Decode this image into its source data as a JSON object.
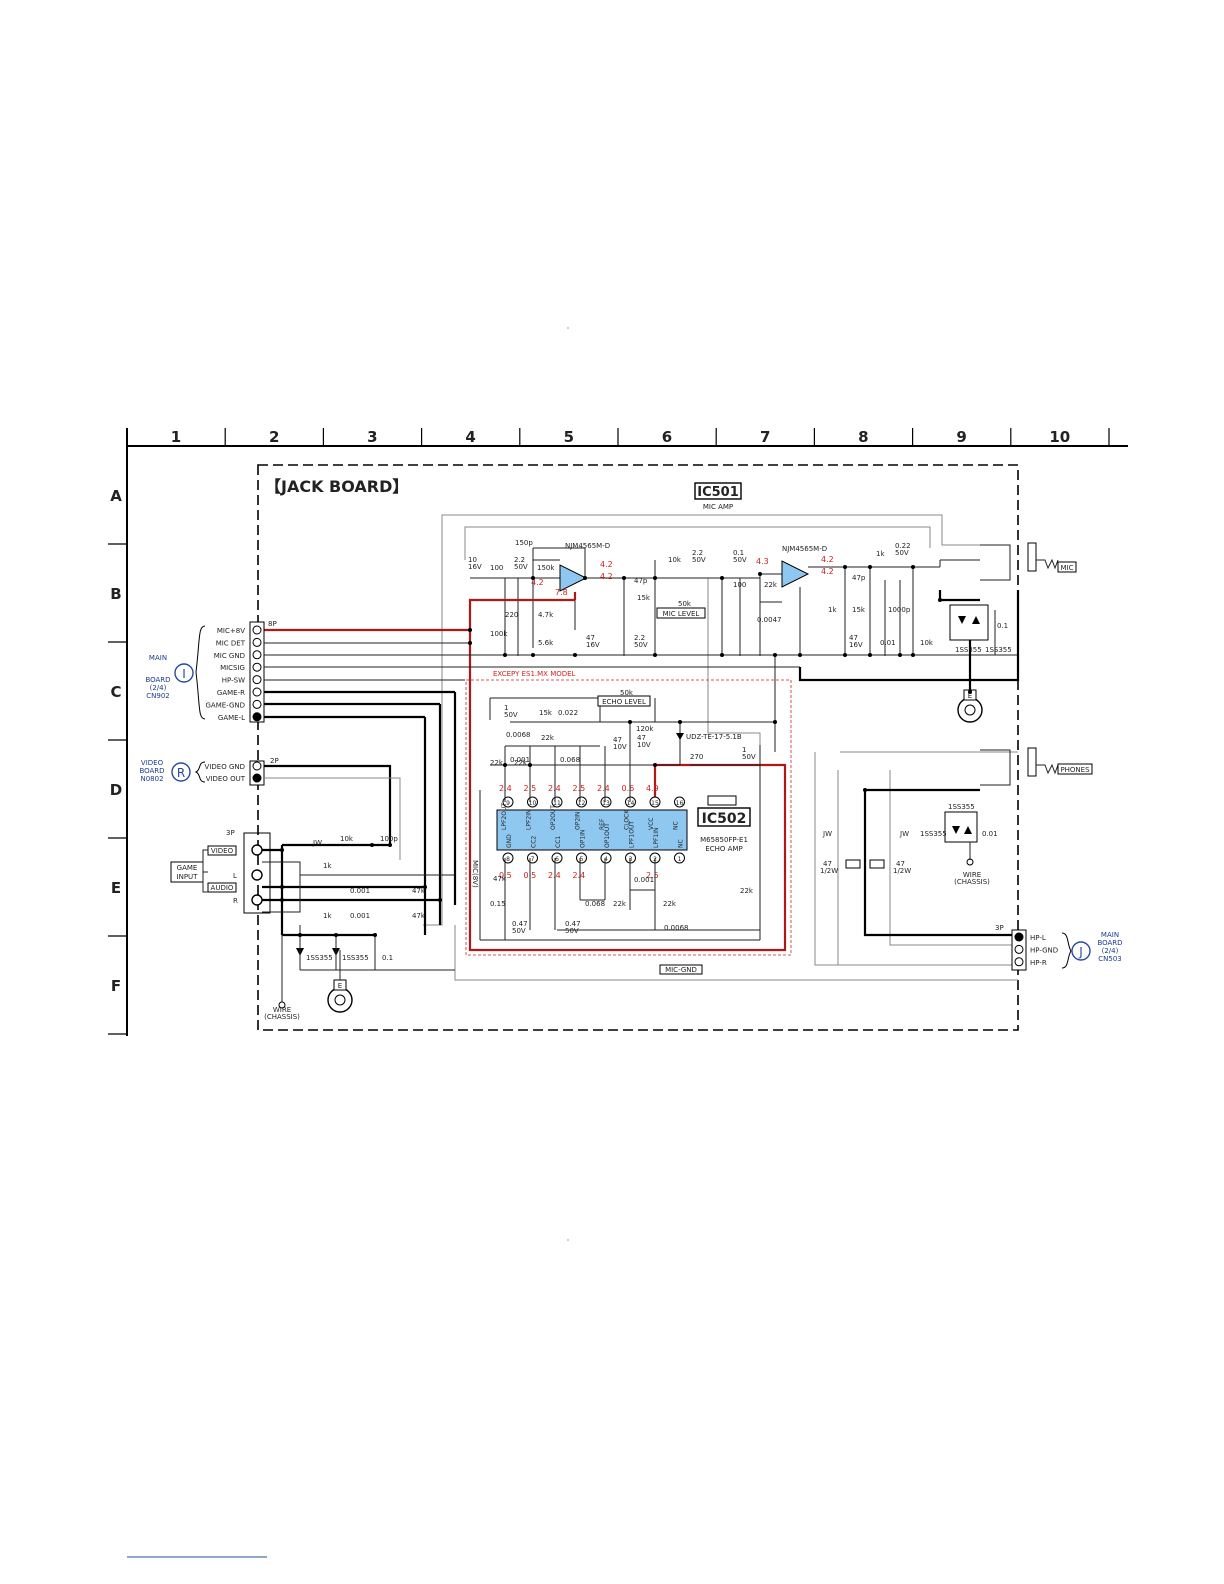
{
  "grid": {
    "columns": [
      "1",
      "2",
      "3",
      "4",
      "5",
      "6",
      "7",
      "8",
      "9",
      "10"
    ],
    "rows": [
      "A",
      "B",
      "C",
      "D",
      "E",
      "F"
    ]
  },
  "board_title": "【JACK BOARD】",
  "ic501": {
    "name": "IC501",
    "desc": "MIC AMP",
    "part": "NJM4565M-D"
  },
  "ic502": {
    "name": "IC502",
    "part": "M65850FP-E1",
    "desc": "ECHO AMP",
    "top_pins": [
      {
        "num": "9",
        "label": "LPF2OUT",
        "v": "2.4"
      },
      {
        "num": "10",
        "label": "LPF2IN",
        "v": "2.5"
      },
      {
        "num": "11",
        "label": "OP2OUT",
        "v": "2.4"
      },
      {
        "num": "12",
        "label": "OP2IN",
        "v": "2.5"
      },
      {
        "num": "13",
        "label": "REF",
        "v": "2.4"
      },
      {
        "num": "14",
        "label": "CLOCK",
        "v": "0.6"
      },
      {
        "num": "15",
        "label": "VCC",
        "v": "4.9"
      },
      {
        "num": "16",
        "label": "NC",
        "v": ""
      }
    ],
    "bottom_pins": [
      {
        "num": "8",
        "label": "GND",
        "v": "0.5"
      },
      {
        "num": "7",
        "label": "CC2",
        "v": "0.5"
      },
      {
        "num": "6",
        "label": "CC1",
        "v": "2.4"
      },
      {
        "num": "5",
        "label": "OP1IN",
        "v": "2.4"
      },
      {
        "num": "4",
        "label": "OP1OUT",
        "v": ""
      },
      {
        "num": "3",
        "label": "LPF1OUT",
        "v": ""
      },
      {
        "num": "2",
        "label": "LPF1IN",
        "v": "2.5"
      },
      {
        "num": "1",
        "label": "NC",
        "v": ""
      }
    ]
  },
  "except_note": "EXCEPY ES1.MX MODEL",
  "connectors": {
    "main_cn902": {
      "pins_label": "8P",
      "pins": [
        "MIC+8V",
        "MIC DET",
        "MIC GND",
        "MICSIG",
        "HP-SW",
        "GAME-R",
        "GAME-GND",
        "GAME-L"
      ],
      "badge": "I",
      "board": [
        "MAIN",
        "BOARD",
        "(2/4)",
        "CN902"
      ]
    },
    "video_n0802": {
      "pins_label": "2P",
      "pins": [
        "VIDEO GND",
        "VIDEO OUT"
      ],
      "badge": "R",
      "board": [
        "VIDEO",
        "BOARD",
        "N0802"
      ]
    },
    "game_input": {
      "pins_label": "3P",
      "labels": [
        "VIDEO",
        "AUDIO",
        "L",
        "R"
      ],
      "box": [
        "GAME",
        "INPUT"
      ]
    },
    "main_cn503": {
      "pins_label": "3P",
      "pins": [
        "HP-L",
        "HP-GND",
        "HP-R"
      ],
      "badge": "J",
      "board": [
        "MAIN",
        "BOARD",
        "(2/4)",
        "CN503"
      ]
    }
  },
  "jacks": {
    "mic": "MIC",
    "phones": "PHONES"
  },
  "controls": {
    "mic_level": "MIC LEVEL",
    "echo_level": "ECHO LEVEL",
    "pot_mic": "50k",
    "pot_echo": "50k"
  },
  "diodes": {
    "d1": "1SS355",
    "zener": "UDZ-TE-17-5.1B"
  },
  "ground_labels": {
    "wire": "WIRE",
    "chassis": "(CHASSIS)",
    "e": "E",
    "mic_gnd": "MIC-GND",
    "mic8v": "MIC(8V)"
  },
  "opamp_voltages": {
    "a1": [
      "4.2",
      "4.2",
      "4.2",
      "7.8"
    ],
    "a2": [
      "4.3",
      "4.2",
      "4.2"
    ]
  },
  "components": {
    "c10": [
      "10",
      "16V"
    ],
    "r100a": "100",
    "c22a": [
      "2.2",
      "50V"
    ],
    "c150p": "150p",
    "r150k": "150k",
    "r220": "220",
    "r47k": "4.7k",
    "r100k": "100k",
    "r56k": "5.6k",
    "c47a": [
      "47",
      "16V"
    ],
    "c47p": "47p",
    "r15ka": "15k",
    "c22b": [
      "2.2",
      "50V"
    ],
    "r10ka": "10k",
    "c22c": [
      "2.2",
      "50V"
    ],
    "c01a": [
      "0.1",
      "50V"
    ],
    "r100b": "100",
    "r22ka": "22k",
    "c0047": "0.0047",
    "r1k": "1k",
    "r15kb": "15k",
    "c47pb": "47p",
    "c1000p": "1000p",
    "c47b": [
      "47",
      "16V"
    ],
    "c001": "0.01",
    "r10kb": "10k",
    "r1kb": "1k",
    "c022": [
      "0.22",
      "50V"
    ],
    "c01b": "0.1",
    "c1": [
      "1",
      "50V"
    ],
    "r15kc": "15k",
    "c022b": "0.022",
    "c0068": "0.0068",
    "r22kb": "22k",
    "c0001": "0.001",
    "c0068b": "0.068",
    "c47c": [
      "47",
      "10V"
    ],
    "c47d": [
      "47",
      "10V"
    ],
    "r120k": "120k",
    "r270": "270",
    "c1b": [
      "1",
      "50V"
    ],
    "r22kc": "22k",
    "r22kd": "22k",
    "r47kb": "47k",
    "c015": "0.15",
    "c047a": [
      "0.47",
      "50V"
    ],
    "c047b": [
      "0.47",
      "50V"
    ],
    "c0068c": "0.068",
    "r22ke": "22k",
    "c0001b": "0.001",
    "r22kf": "22k",
    "c0068d": "0.0068",
    "r22kg": "22k",
    "r10kc": "10k",
    "c100p": "100p",
    "jw": "JW",
    "r1kc": "1k",
    "c0001c": "0.001",
    "r47kc": "47k",
    "r1kd": "1k",
    "c0001d": "0.001",
    "r47kd": "47k",
    "c01c": "0.1",
    "r47e": [
      "47",
      "1/2W"
    ],
    "r47f": [
      "47",
      "1/2W"
    ],
    "c001b": "0.01"
  }
}
